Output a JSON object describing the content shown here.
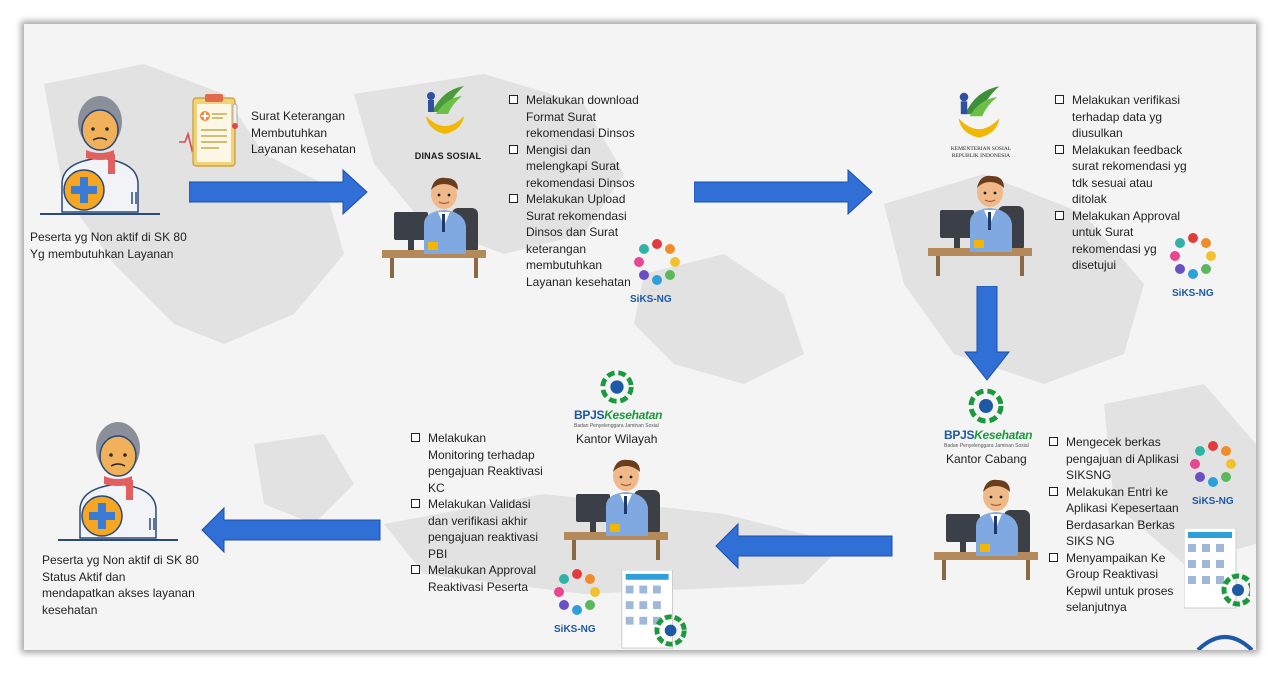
{
  "steps": {
    "patient_start": {
      "caption": [
        "Peserta yg Non aktif di SK 80",
        "Yg membutuhkan Layanan"
      ]
    },
    "document": {
      "caption": [
        "Surat Keterangan",
        "Membutuhkan",
        "Layanan kesehatan"
      ]
    },
    "dinsos": {
      "logo_label": "DINAS SOSIAL",
      "tasks": [
        [
          "Melakukan download",
          "Format Surat",
          "rekomendasi Dinsos"
        ],
        [
          "Mengisi dan",
          "melengkapi Surat",
          "rekomendasi Dinsos"
        ],
        [
          "Melakukan Upload",
          "Surat rekomendasi",
          "Dinsos dan Surat",
          "keterangan",
          "membutuhkan",
          "Layanan kesehatan"
        ]
      ]
    },
    "kemensos": {
      "logo_label_1": "KEMENTERIAN SOSIAL",
      "logo_label_2": "REPUBLIK INDONESIA",
      "tasks": [
        [
          "Melakukan verifikasi",
          "terhadap data yg",
          "diusulkan"
        ],
        [
          "Melakukan feedback",
          "surat rekomendasi yg",
          "tdk sesuai atau",
          "ditolak"
        ],
        [
          "Melakukan Approval",
          "untuk Surat",
          "rekomendasi yg",
          "disetujui"
        ]
      ]
    },
    "kantor_cabang": {
      "label": "Kantor Cabang",
      "tasks": [
        [
          "Mengecek berkas",
          "pengajuan di Aplikasi",
          "SIKSNG"
        ],
        [
          "Melakukan Entri ke",
          "Aplikasi Kepesertaan",
          "Berdasarkan Berkas",
          "SIKS NG"
        ],
        [
          "Menyampaikan Ke",
          "Group Reaktivasi",
          "Kepwil untuk proses",
          "selanjutnya"
        ]
      ]
    },
    "kantor_wilayah": {
      "label": "Kantor Wilayah",
      "tasks": [
        [
          "Melakukan",
          "Monitoring terhadap",
          "pengajuan Reaktivasi",
          "KC"
        ],
        [
          "Melakukan Validasi",
          "dan verifikasi akhir",
          "pengajuan reaktivasi",
          "PBI"
        ],
        [
          "Melakukan Approval",
          "Reaktivasi Peserta"
        ]
      ]
    },
    "patient_end": {
      "caption": [
        "Peserta yg Non aktif di SK 80",
        "Status Aktif dan",
        "mendapatkan akses layanan",
        "kesehatan"
      ]
    }
  },
  "logos": {
    "siks_ng": "SiKS-NG",
    "bpjs_main": "BPJS",
    "bpjs_accent": "Kesehatan",
    "bpjs_sub": "Badan Penyelenggara Jaminan Sosial"
  },
  "colors": {
    "arrow": "#2f6fd6",
    "bpjs_blue": "#1d59a5",
    "bpjs_green": "#1a9a3c",
    "kemensos_gold": "#f2b705",
    "kemensos_green": "#3f8f3a"
  }
}
